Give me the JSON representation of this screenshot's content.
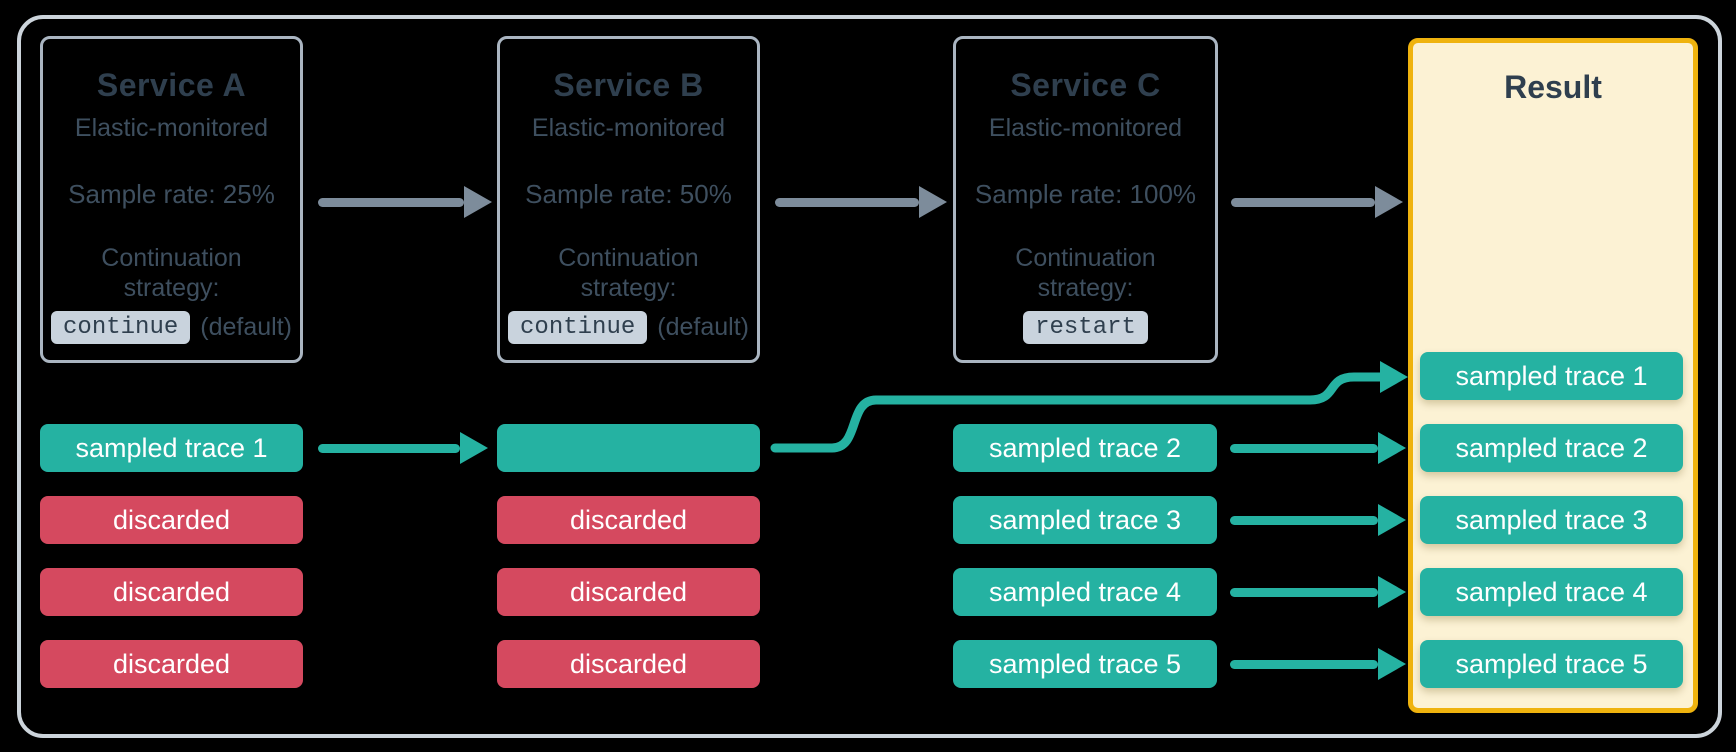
{
  "diagram": {
    "services": [
      {
        "title": "Service A",
        "subtitle": "Elastic-monitored",
        "sample_rate": "Sample rate: 25%",
        "strategy_label": "Continuation strategy:",
        "strategy_code": "continue",
        "strategy_note": "(default)"
      },
      {
        "title": "Service B",
        "subtitle": "Elastic-monitored",
        "sample_rate": "Sample rate: 50%",
        "strategy_label": "Continuation strategy:",
        "strategy_code": "continue",
        "strategy_note": "(default)"
      },
      {
        "title": "Service C",
        "subtitle": "Elastic-monitored",
        "sample_rate": "Sample rate: 100%",
        "strategy_label": "Continuation strategy:",
        "strategy_code": "restart",
        "strategy_note": ""
      }
    ],
    "columns": {
      "a": [
        {
          "label": "sampled trace 1",
          "status": "sampled"
        },
        {
          "label": "discarded",
          "status": "discarded"
        },
        {
          "label": "discarded",
          "status": "discarded"
        },
        {
          "label": "discarded",
          "status": "discarded"
        }
      ],
      "b": [
        {
          "label": "",
          "status": "sampled"
        },
        {
          "label": "discarded",
          "status": "discarded"
        },
        {
          "label": "discarded",
          "status": "discarded"
        },
        {
          "label": "discarded",
          "status": "discarded"
        }
      ],
      "c": [
        {
          "label": "sampled trace 2",
          "status": "sampled"
        },
        {
          "label": "sampled trace 3",
          "status": "sampled"
        },
        {
          "label": "sampled trace 4",
          "status": "sampled"
        },
        {
          "label": "sampled trace 5",
          "status": "sampled"
        }
      ]
    },
    "result": {
      "title": "Result",
      "chips": [
        "sampled trace 1",
        "sampled trace 2",
        "sampled trace 3",
        "sampled trace 4",
        "sampled trace 5"
      ]
    },
    "colors": {
      "sampled_teal": "#25b2a2",
      "discarded_red": "#d5495f",
      "gray_arrow": "#7d8c9b",
      "box_border": "#aab5c1",
      "frame_border": "#ccd4db",
      "result_border": "#efb30e",
      "result_bg": "#fcf2d4",
      "code_chip_bg": "#c9d3dd",
      "text_dark": "#2f3f4e"
    }
  }
}
